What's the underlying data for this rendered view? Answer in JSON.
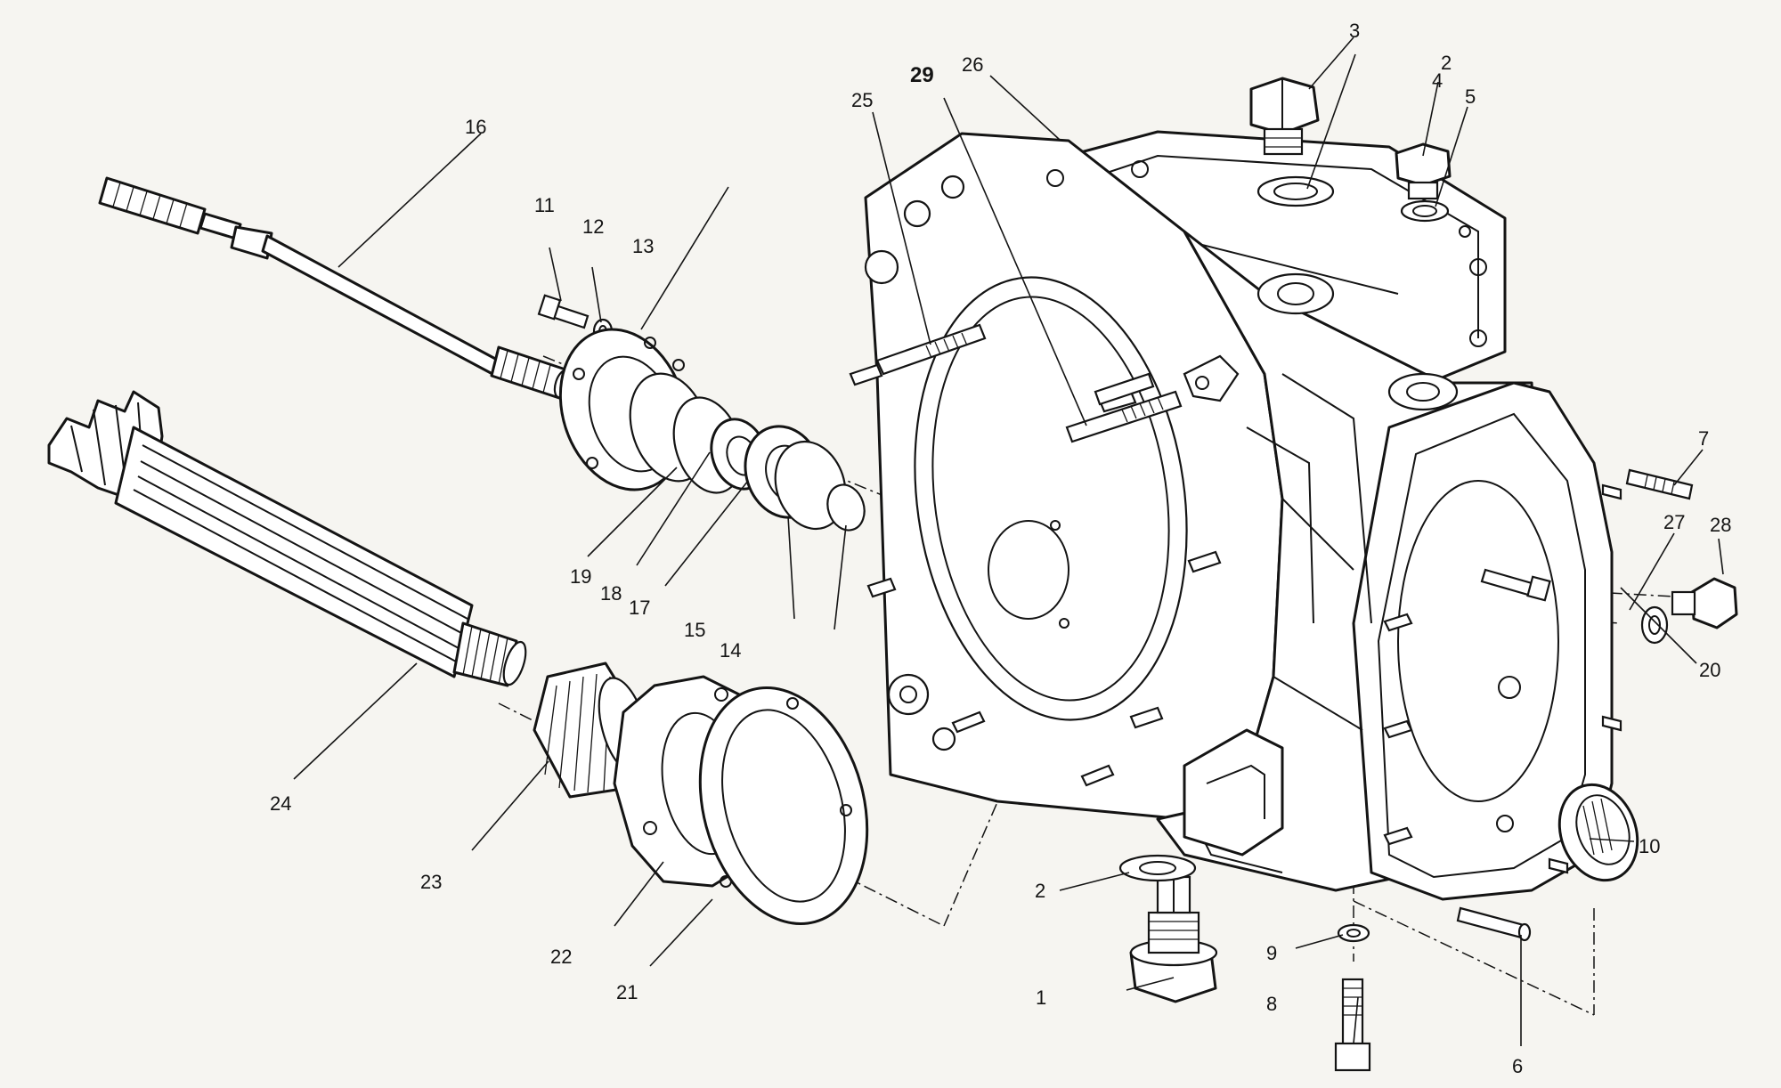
{
  "callouts": [
    {
      "id": "p1",
      "text": "1"
    },
    {
      "id": "p2a",
      "text": "2"
    },
    {
      "id": "p2b",
      "text": "2"
    },
    {
      "id": "p3",
      "text": "3"
    },
    {
      "id": "p4",
      "text": "4"
    },
    {
      "id": "p5",
      "text": "5"
    },
    {
      "id": "p6",
      "text": "6"
    },
    {
      "id": "p7",
      "text": "7"
    },
    {
      "id": "p8",
      "text": "8"
    },
    {
      "id": "p9",
      "text": "9"
    },
    {
      "id": "p10",
      "text": "10"
    },
    {
      "id": "p11",
      "text": "11"
    },
    {
      "id": "p12",
      "text": "12"
    },
    {
      "id": "p13",
      "text": "13"
    },
    {
      "id": "p14",
      "text": "14"
    },
    {
      "id": "p15",
      "text": "15"
    },
    {
      "id": "p16",
      "text": "16"
    },
    {
      "id": "p17",
      "text": "17"
    },
    {
      "id": "p18",
      "text": "18"
    },
    {
      "id": "p19",
      "text": "19"
    },
    {
      "id": "p20",
      "text": "20"
    },
    {
      "id": "p21",
      "text": "21"
    },
    {
      "id": "p22",
      "text": "22"
    },
    {
      "id": "p23",
      "text": "23"
    },
    {
      "id": "p24",
      "text": "24"
    },
    {
      "id": "p25",
      "text": "25"
    },
    {
      "id": "p26",
      "text": "26"
    },
    {
      "id": "p27",
      "text": "27"
    },
    {
      "id": "p28",
      "text": "28"
    },
    {
      "id": "p29",
      "text": "29"
    }
  ]
}
